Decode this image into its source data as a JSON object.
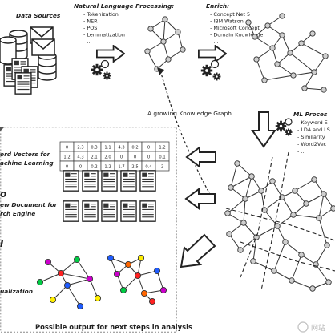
{
  "stage_data_sources": {
    "title": "Data Sources"
  },
  "stage_nlp": {
    "title": "Natural Language Processing:",
    "items": [
      "- Tokenization",
      "- NER",
      "- POS",
      "- Lemmatization",
      "- ..."
    ]
  },
  "stage_enrich": {
    "title": "Enrich:",
    "items": [
      "- Concept Net 5",
      "- IBM Watson",
      "- Microsoft Concept",
      "- Domain Knowledge",
      "- ..."
    ]
  },
  "stage_ml": {
    "title": "ML Proces",
    "items": [
      "- Keyword E",
      "- LDA and LS",
      "- Similarity",
      "- Word2Vec",
      "- ..."
    ]
  },
  "caption_graph": "A growing Knowledge Graph",
  "outputs": {
    "vectors_label": [
      "ord Vectors for",
      "achine Learning"
    ],
    "search_label": [
      "ew Document for",
      "rch Engine"
    ],
    "viz_label": "ualization",
    "footer": "Possible output for next steps in analysis",
    "matrix": [
      [
        "0",
        "2.3",
        "0.3",
        "1.1",
        "4.3",
        "0.2",
        "0",
        "1.2"
      ],
      [
        "1.2",
        "4.3",
        "2.1",
        "2.0",
        "0",
        "0",
        "0",
        "0.1"
      ],
      [
        "0",
        "0",
        "0.2",
        "1.2",
        "1.7",
        "2.5",
        "0.4",
        "2"
      ]
    ]
  },
  "watermark": "网站",
  "colors": {
    "line": "#333333",
    "node_fill": "#cfcfcf",
    "viz_nodes": [
      "#1f5cff",
      "#00cc44",
      "#ff2222",
      "#cc00cc",
      "#ffee00",
      "#ff6600"
    ]
  }
}
